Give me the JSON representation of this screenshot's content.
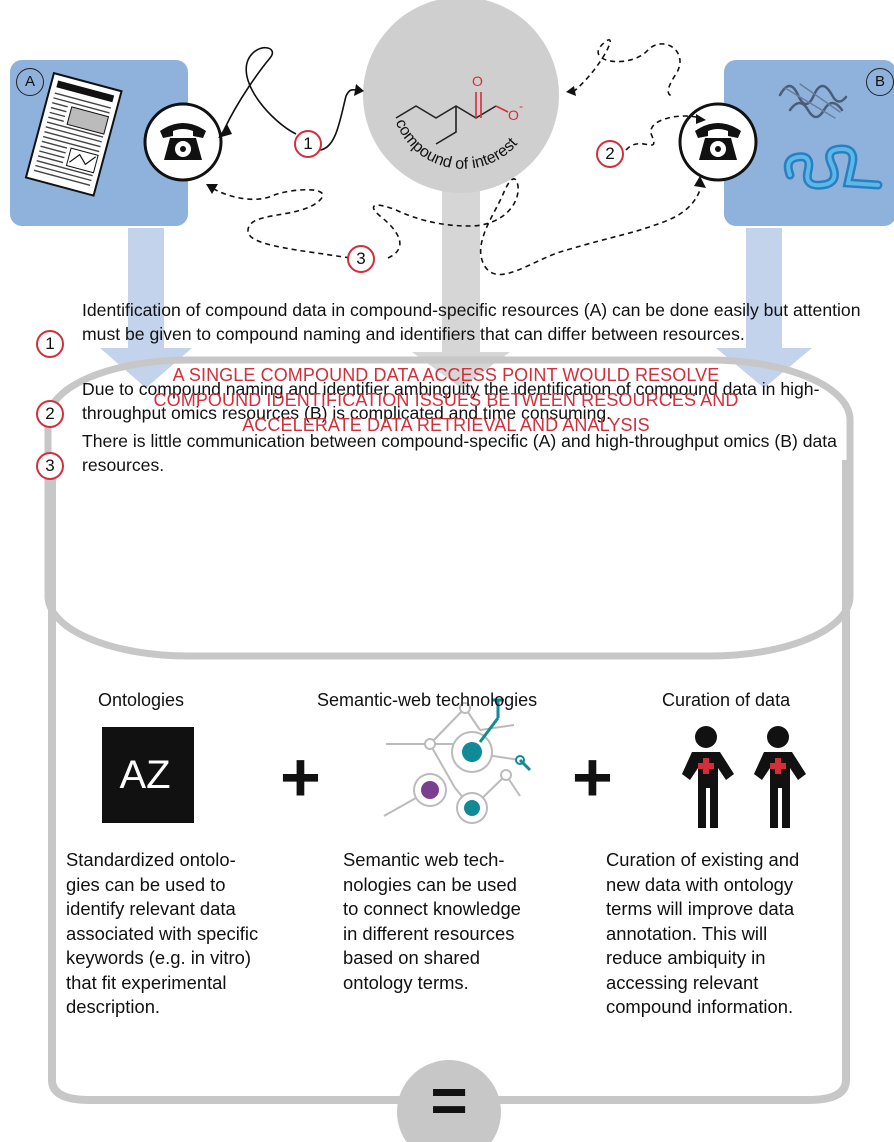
{
  "resources": {
    "a_label": "A",
    "b_label": "B"
  },
  "compound": {
    "label": "compound of interest"
  },
  "step_markers": [
    "1",
    "2",
    "3"
  ],
  "issues": [
    {
      "num": "1",
      "text": "Identification of compound data in compound-specific resources (A) can be done easily but attention must be given to compound naming and identifiers that can differ between resources."
    },
    {
      "num": "2",
      "text": "Due to compound naming and identifier ambinguity the identification of compound data in high-throughput omics resources (B) is complicated and time consuming."
    },
    {
      "num": "3",
      "text": "There is little communication between compound-specific (A) and high-throughput omics (B) data resources."
    }
  ],
  "banner": {
    "line1": "A SINGLE COMPOUND DATA ACCESS POINT WOULD RESOLVE",
    "line2": "COMPOUND IDENTIFICATION ISSUES BETWEEN RESOURCES AND",
    "line3": "ACCELERATE DATA RETRIEVAL AND ANALYSIS"
  },
  "solutions": [
    {
      "heading": "Ontologies",
      "icon_text": "AZ",
      "icon": "book-icon",
      "lines": [
        "Standardized ontolo-",
        "gies can be used to",
        "identify relevant data",
        "associated with specific",
        "keywords (e.g. in vitro)",
        "that fit experimental",
        "description."
      ]
    },
    {
      "heading": "Semantic-web technologies",
      "icon": "network-icon",
      "lines": [
        "Semantic web tech-",
        "nologies can be used",
        "to connect knowledge",
        "in different resources",
        "based on shared",
        "ontology terms."
      ]
    },
    {
      "heading": "Curation of data",
      "icon": "curator-icon",
      "lines": [
        "Curation of existing and",
        "new data with ontology",
        "terms will improve data",
        "annotation. This will",
        "reduce ambiquity in",
        "accessing relevant",
        "compound information."
      ]
    }
  ],
  "operators": {
    "plus": "+",
    "equals": "="
  },
  "colors": {
    "red": "#d42e3a",
    "resource_blue": "#8fb2dc",
    "arrow_blue": "#c3d3ec",
    "arrow_gray": "#d6d6d6",
    "teal": "#0f8a96",
    "purple": "#7b3f8f"
  }
}
